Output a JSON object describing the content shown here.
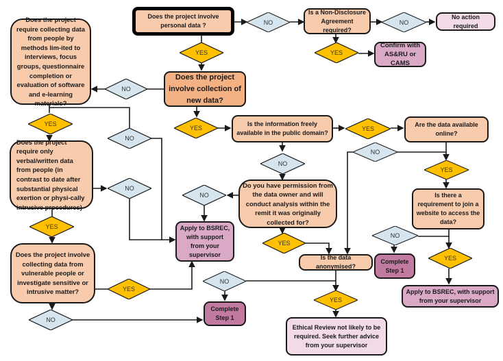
{
  "title": "Ethical review decision flowchart",
  "colors": {
    "question_fill": "#f8cbad",
    "question_fill_strong": "#f4b183",
    "yes_fill": "#ffc000",
    "no_fill": "#d6e4ee",
    "outcome_light": "#f2dbe6",
    "outcome_mauve": "#d9a9c6",
    "outcome_dark": "#c27ba0",
    "stroke": "#1a1a1a"
  },
  "nodes": {
    "personal_data": "Does the project involve personal data ?",
    "nda": "Is a Non-Disclosure Agreement required?",
    "no_action": "No action required",
    "confirm": "Confirm with AS&RU or CAMS",
    "new_data": "Does the project involve collection of new data?",
    "methods_limited": "Does the project require collecting data from people by methods lim-ited to interviews, focus groups, questionnaire completion or evaluation of software and e-learning materials?",
    "public_domain": "Is the information freely available in the public domain?",
    "available_online": "Are the data available online?",
    "verbal_written": "Does the project require only verbal/written data from people (in contrast to date after substantial physical exertion or physi-cally intrusive procedures)",
    "permission": "Do you have permission from the data owner and will conduct analysis within the remit it was originally collected for?",
    "join_website": "Is there a requirement to join a website to access the data?",
    "apply_bsrec_mid": "Apply to BSREC, with support from your supervisor",
    "anonymised": "Is the data anonymised?",
    "complete_step1_right": "Complete Step 1",
    "apply_bsrec_right": "Apply to BSREC, with support from your supervisor",
    "vulnerable": "Does the project involve collecting data from vulnerable people or investigate sensitive or intrusive matter?",
    "complete_step1_bottom": "Complete Step 1",
    "ethical_review": "Ethical Review not likely to be required. Seek further advice from your supervisor"
  },
  "labels": {
    "yes": "YES",
    "no": "NO"
  }
}
